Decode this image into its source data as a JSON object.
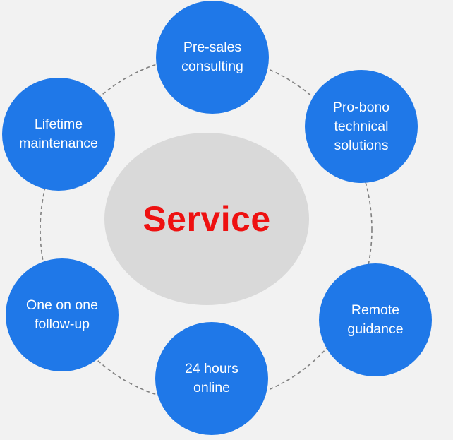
{
  "center": {
    "label": "Service",
    "color": "#ee1111",
    "fill": "#d9d9d9"
  },
  "colors": {
    "node": "#1f78e8",
    "node_text": "#ffffff",
    "ring": "#808080",
    "background": "#f2f2f2"
  },
  "nodes": [
    {
      "label": "Pre-sales\nconsulting"
    },
    {
      "label": "Pro-bono\ntechnical\nsolutions"
    },
    {
      "label": "Remote\nguidance"
    },
    {
      "label": "24 hours online"
    },
    {
      "label": "One on one\nfollow-up"
    },
    {
      "label": "Lifetime\nmaintenance"
    }
  ]
}
